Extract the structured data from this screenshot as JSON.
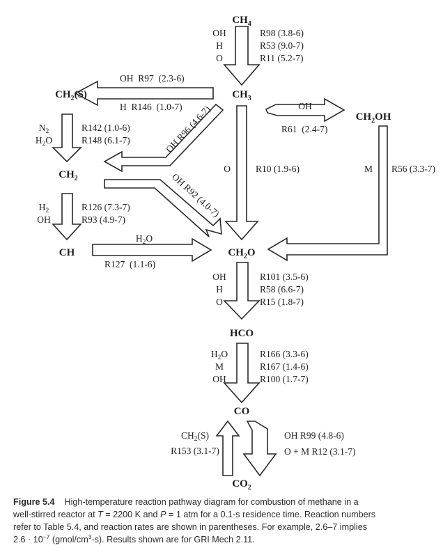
{
  "species": {
    "ch4": {
      "base": "CH",
      "sub": "4",
      "tail": ""
    },
    "ch3": {
      "base": "CH",
      "sub": "3",
      "tail": ""
    },
    "ch2s": {
      "base": "CH",
      "sub": "2",
      "tail": "(S)"
    },
    "ch2oh": {
      "base": "CH",
      "sub": "2",
      "tail": "OH"
    },
    "ch2": {
      "base": "CH",
      "sub": "2",
      "tail": ""
    },
    "ch": {
      "base": "CH",
      "sub": "",
      "tail": ""
    },
    "ch2o": {
      "base": "CH",
      "sub": "2",
      "tail": "O"
    },
    "hco": {
      "base": "HCO",
      "sub": "",
      "tail": ""
    },
    "co": {
      "base": "CO",
      "sub": "",
      "tail": ""
    },
    "co2": {
      "base": "CO",
      "sub": "2",
      "tail": ""
    }
  },
  "reactions": {
    "ch4_to_ch3": {
      "reactants": [
        "OH",
        "H",
        "O"
      ],
      "rates": [
        "R98 (3.8-6)",
        "R53 (9.0-7)",
        "R11 (5.2-7)"
      ]
    },
    "ch3_to_ch2s": {
      "top": "OH  R97  (2.3-6)",
      "bottom": "H  R146  (1.0-7)"
    },
    "ch3_to_ch2oh": {
      "reactant": "OH",
      "rate": "R61  (2.4-7)"
    },
    "ch2s_to_ch2": {
      "reactants": [
        {
          "base": "N",
          "sub": "2",
          "tail": ""
        },
        {
          "base": "H",
          "sub": "2",
          "tail": "O"
        }
      ],
      "rates": [
        "R142 (1.0-6)",
        "R148 (6.1-7)"
      ]
    },
    "ch3_to_ch2": {
      "label": "OH R96 (4.6-7)"
    },
    "ch3_to_ch2o": {
      "reactant": "O",
      "rate": "R10 (1.9-6)"
    },
    "ch2oh_to_ch2o": {
      "reactant": "M",
      "rate": "R56 (3.3-7)"
    },
    "ch2_to_ch2o": {
      "label": "OH R92 (4.0-7)"
    },
    "ch2_to_ch": {
      "reactants": [
        {
          "base": "H",
          "sub": "2",
          "tail": ""
        },
        {
          "base": "OH",
          "sub": "",
          "tail": ""
        }
      ],
      "rates": [
        "R126 (7.3-7)",
        "R93 (4.9-7)"
      ]
    },
    "ch_to_ch2o": {
      "top": {
        "base": "H",
        "sub": "2",
        "tail": "O"
      },
      "bottom": "R127  (1.1-6)"
    },
    "ch2o_to_hco": {
      "reactants": [
        "OH",
        "H",
        "O"
      ],
      "rates": [
        "R101 (3.5-6)",
        "R58 (6.6-7)",
        "R15 (1.8-7)"
      ]
    },
    "hco_to_co": {
      "reactants": [
        {
          "base": "H",
          "sub": "2",
          "tail": "O"
        },
        {
          "base": "M",
          "sub": "",
          "tail": ""
        },
        {
          "base": "OH",
          "sub": "",
          "tail": ""
        }
      ],
      "rates": [
        "R166 (3.3-6)",
        "R167 (1.4-6)",
        "R100 (1.7-7)"
      ]
    },
    "co2_to_co": {
      "reactant": {
        "base": "CH",
        "sub": "2",
        "tail": "(S)"
      },
      "rate": "R153 (3.1-7)"
    },
    "co_to_co2": {
      "lines": [
        "OH R99 (4.8-6)",
        "O + M R12 (3.1-7)"
      ]
    }
  },
  "caption": {
    "figure_label": "Figure 5.4",
    "line1": "High-temperature reaction pathway diagram for combustion of methane in a",
    "line2_a": "well-stirred reactor at ",
    "T": "T",
    "line2_b": " = 2200 K and ",
    "P": "P",
    "line2_c": " = 1 atm for a 0.1-s residence time. Reaction numbers",
    "line3": "refer to Table 5.4, and reaction rates are shown in parentheses. For example, 2.6–7 implies",
    "line4_a": "2.6 · 10",
    "line4_exp": "−7",
    "line4_b": " (gmol/cm",
    "line4_exp2": "3",
    "line4_c": "-s). Results shown are for GRI Mech 2.11."
  }
}
